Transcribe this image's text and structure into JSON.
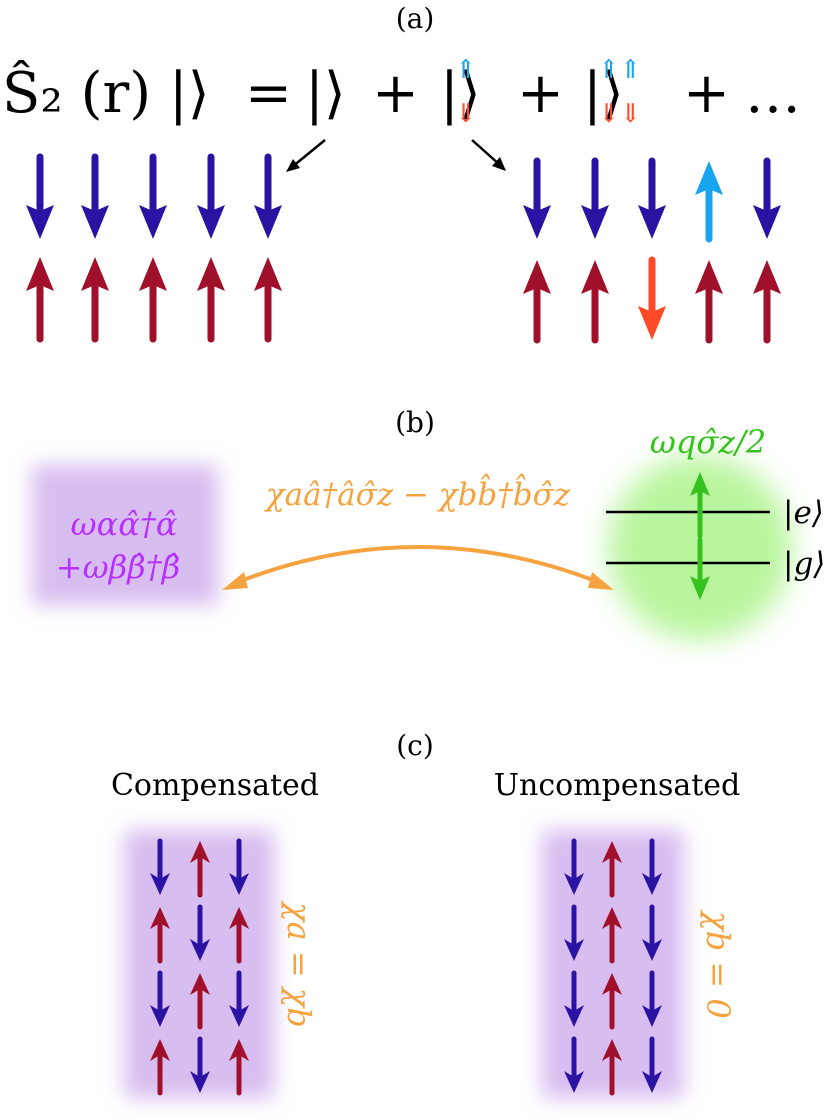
{
  "panel_a": {
    "label": "(a)",
    "eq_lhs": "Ŝ₂ (r) |⟩",
    "eq_eq": "=",
    "eq_t1": "|⟩",
    "eq_plus1": "+",
    "eq_t2": "|⟩",
    "eq_plus2": "+",
    "eq_t3": "|⟩",
    "eq_plus3": "+",
    "eq_dots": "…",
    "t2_up": "⇑",
    "t2_down": "⇓",
    "t3_up": "⇑⇑",
    "t3_down": "⇓⇓",
    "left_chain": {
      "top": [
        "down",
        "down",
        "down",
        "down",
        "down"
      ],
      "bottom": [
        "up",
        "up",
        "up",
        "up",
        "up"
      ]
    },
    "right_chain": {
      "top": [
        "down",
        "down",
        "down",
        "up",
        "down"
      ],
      "bottom": [
        "up",
        "up",
        "down",
        "up",
        "up"
      ],
      "flipped_top_index": 3,
      "flipped_bottom_index": 2
    }
  },
  "panel_b": {
    "label": "(b)",
    "magnon_line1": "ωαα̂†α̂",
    "magnon_line2": "+ωββ̂†β̂",
    "coupling": "χaâ†âσ̂z − χbb̂†b̂σ̂z",
    "qubit_term": "ωqσ̂z/2",
    "state_e": "|e⟩",
    "state_g": "|g⟩"
  },
  "panel_c": {
    "label": "(c)",
    "left_title": "Compensated",
    "right_title": "Uncompensated",
    "left_condition": "χa = χb",
    "right_condition": "χb = 0",
    "left_grid": [
      [
        "down",
        "up",
        "down"
      ],
      [
        "up",
        "down",
        "up"
      ],
      [
        "down",
        "up",
        "down"
      ],
      [
        "up",
        "down",
        "up"
      ]
    ],
    "right_grid": [
      [
        "down",
        "up",
        "down"
      ],
      [
        "down",
        "up",
        "down"
      ],
      [
        "down",
        "up",
        "down"
      ],
      [
        "down",
        "up",
        "down"
      ]
    ]
  },
  "colors": {
    "blue": "#2a13a3",
    "red": "#a1102a",
    "light_blue": "#19a4ef",
    "orange_red": "#ff4a28",
    "orange": "#f6a23e",
    "violet": "#b730ff",
    "green": "#36c21e",
    "purple_glow": "#d8bdf0",
    "green_glow": "#b9f59e"
  }
}
